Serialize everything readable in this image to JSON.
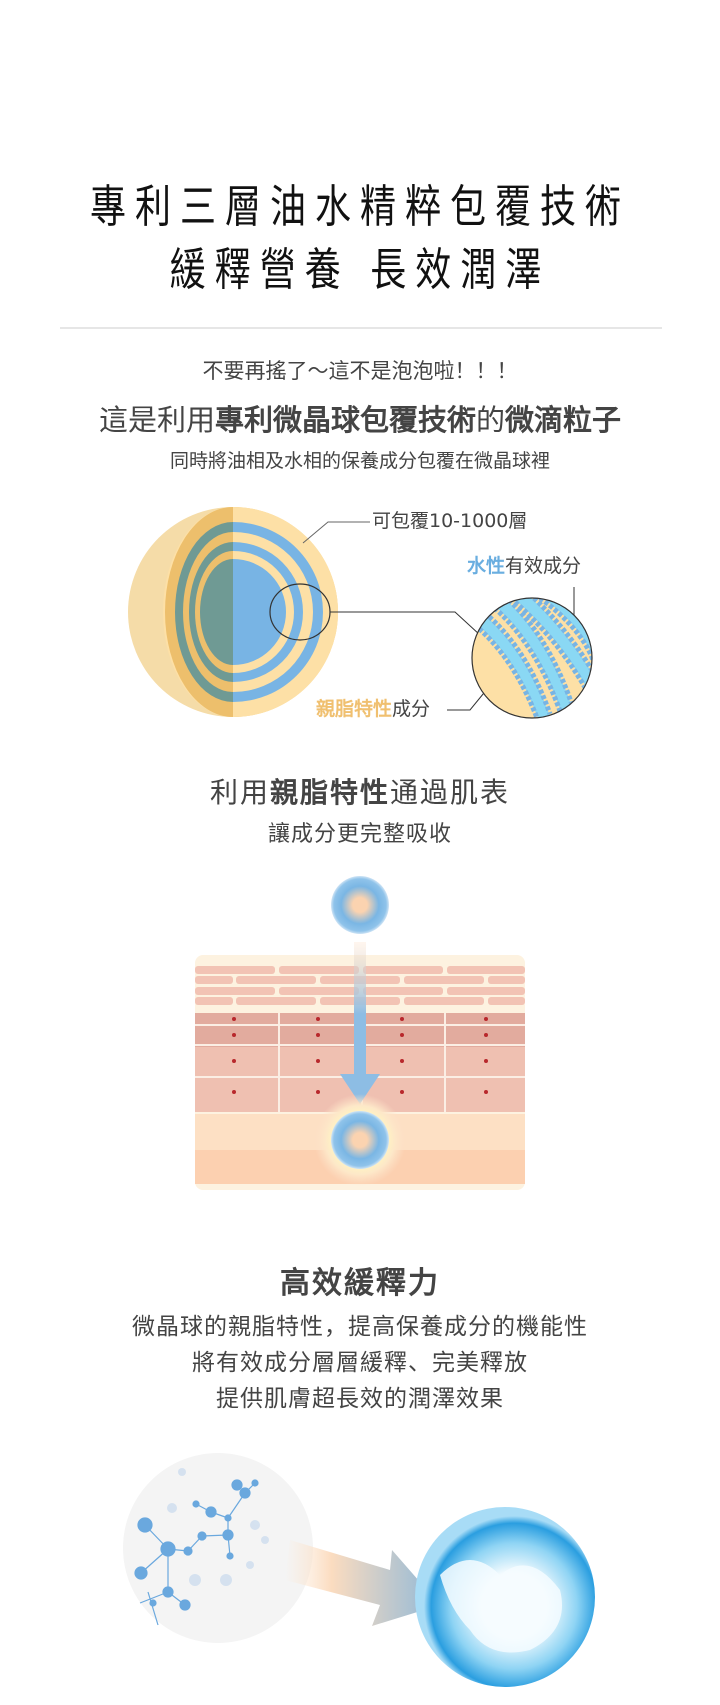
{
  "header": {
    "title_line1": "專利三層油水精粹包覆技術",
    "title_line2": "緩釋營養 長效潤澤"
  },
  "intro": {
    "line1": "不要再搖了～這不是泡泡啦！！！",
    "line2_pre": "這是利用",
    "line2_bold1": "專利微晶球包覆技術",
    "line2_mid": "的",
    "line2_bold2": "微滴粒子",
    "line3": "同時將油相及水相的保養成分包覆在微晶球裡"
  },
  "diagram1": {
    "layers_label": "可包覆10-1000層",
    "water_label_hl": "水性",
    "water_label_rest": "有效成分",
    "lipid_label_hl": "親脂特性",
    "lipid_label_rest": "成分",
    "colors": {
      "blue": "#78b4e4",
      "cream": "#fde0a6",
      "gold": "#edbf6c",
      "teal": "#6f9a94",
      "cyan": "#8ad8f4"
    }
  },
  "section2": {
    "heading_pre": "利用",
    "heading_bold": "親脂特性",
    "heading_post": "通過肌表",
    "subheading": "讓成分更完整吸收"
  },
  "section3": {
    "heading": "高效緩釋力",
    "lines": [
      "微晶球的親脂特性，提高保養成分的機能性",
      "將有效成分層層緩釋、完美釋放",
      "提供肌膚超長效的潤澤效果"
    ]
  }
}
